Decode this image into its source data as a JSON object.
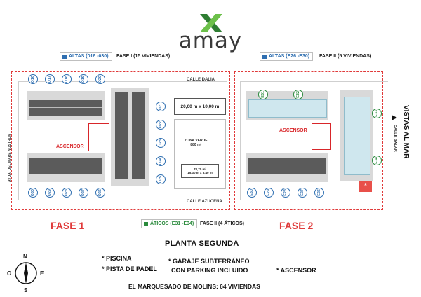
{
  "brand": {
    "name": "amay",
    "colors": {
      "green": "#6cc04a",
      "dark_green": "#2e7d32",
      "text": "#3a3a3a"
    }
  },
  "legend": {
    "phase1_altas": {
      "label": "ALTAS (016 -030)",
      "note": "FASE I (15 VIVIENDAS)",
      "color": "#2f6fb1"
    },
    "phase2_altas": {
      "label": "ALTAS (E26 -E30)",
      "note": "FASE II (5 VIVIENDAS)",
      "color": "#2f6fb1"
    },
    "aticos": {
      "label": "ÁTICOS (E31 -E34)",
      "note": "FASE II (4 ÁTICOS)",
      "color": "#2a8a3c"
    }
  },
  "streets": {
    "dalia": "CALLE DALIA",
    "azucena": "CALLE AZUCENA",
    "avenida": "AVDA. DEL MARE NOSTRUM",
    "salar": "CALLE SALAR"
  },
  "pool": {
    "size": "20,00 m x 10,00 m"
  },
  "zona_verde": {
    "label": "ZONA VERDE",
    "area": "880 m²"
  },
  "small_pool": {
    "area": "78,70 m²",
    "size": "15,30 m x 5,40 m"
  },
  "ascensor_label": "ASCENSOR",
  "phase1": {
    "units_top": [
      "O16",
      "O17",
      "O18",
      "O19",
      "O20"
    ],
    "units_right": [
      "O21",
      "O22",
      "O23",
      "O24",
      "O25"
    ],
    "units_bottom": [
      "O30",
      "O29",
      "O28",
      "O27",
      "O26"
    ]
  },
  "phase2": {
    "units_top": [
      "E31",
      "E32"
    ],
    "units_right": [
      "E33",
      "E34"
    ],
    "units_bottom": [
      "E30",
      "E29",
      "E28",
      "E27",
      "E26"
    ]
  },
  "phase_labels": {
    "one": "FASE 1",
    "two": "FASE 2"
  },
  "vistas": "VISTAS AL MAR",
  "compass": {
    "n": "N",
    "s": "S",
    "e": "E",
    "o": "O"
  },
  "plan_title": "PLANTA SEGUNDA",
  "features": {
    "piscina": "* PISCINA",
    "padel": "* PISTA DE PADEL",
    "garaje_1": "* GARAJE SUBTERRÁNEO",
    "garaje_2": "CON PARKING INCLUIDO",
    "ascensor": "* ASCENSOR"
  },
  "footer": "EL MARQUESADO DE MOLINS: 64 VIVIENDAS",
  "asterisk": "*"
}
